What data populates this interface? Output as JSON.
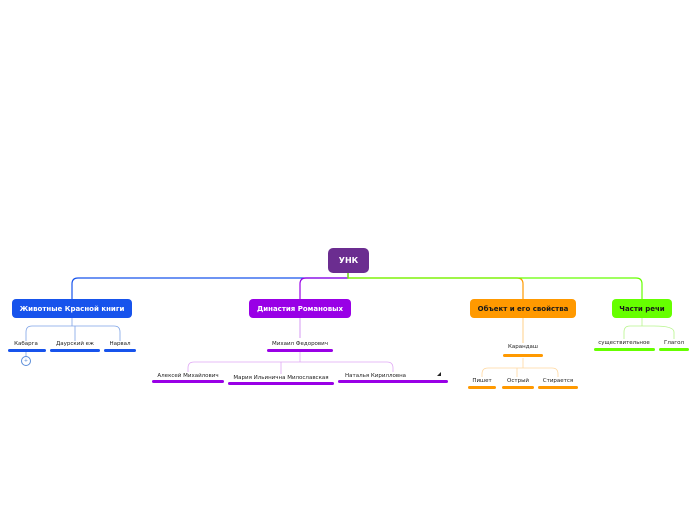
{
  "root": {
    "label": "УНК",
    "color": "#6b2d90"
  },
  "branches": [
    {
      "label": "Животные Красной книги",
      "color": "#1753ec",
      "children": [
        "Кабарга",
        "Даурский еж",
        "Нарвал"
      ],
      "collapsed_badge": "+"
    },
    {
      "label": "Династия Романовых",
      "color": "#9900e6",
      "children": [
        "Михаил Федорович"
      ],
      "grandchildren": [
        "Алексей Михайлович",
        "Мария Ильинична Милославская",
        "Наталья Кирилловна"
      ]
    },
    {
      "label": "Объект и его свойства",
      "color": "#ff9900",
      "children": [
        "Карандаш"
      ],
      "grandchildren": [
        "Пишет",
        "Острый",
        "Стирается"
      ]
    },
    {
      "label": "Части речи",
      "color": "#66ff00",
      "children": [
        "существительное",
        "Глагол"
      ]
    }
  ]
}
